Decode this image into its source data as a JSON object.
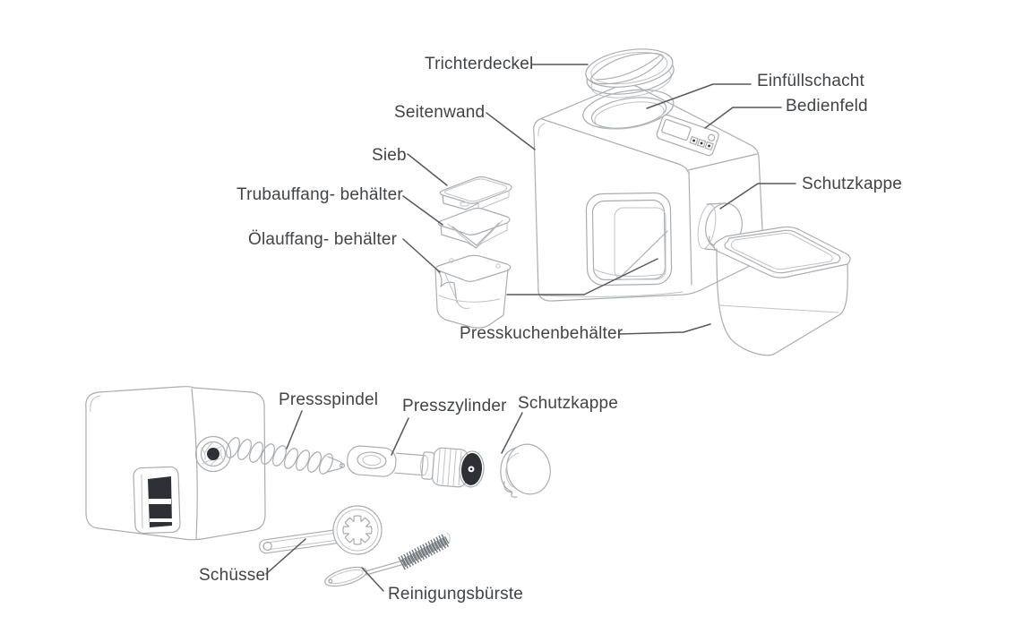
{
  "diagram": {
    "labels": {
      "trichterdeckel": "Trichterdeckel",
      "einfuellschacht": "Einfüllschacht",
      "seitenwand": "Seitenwand",
      "bedienfeld": "Bedienfeld",
      "sieb": "Sieb",
      "trubauffangbehaelter": "Trubauffang- behälter",
      "schutzkappe_oben": "Schutzkappe",
      "oelauffangbehaelter": "Ölauffang- behälter",
      "presskuchenbehaelter": "Presskuchenbehälter",
      "pressspindel": "Pressspindel",
      "presszylinder": "Presszylinder",
      "schutzkappe_unten": "Schutzkappe",
      "schuessel": "Schüssel",
      "reinigungsbuerste": "Reinigungsbürste"
    },
    "colors": {
      "background": "#ffffff",
      "label_text": "#3f4448",
      "leader_line": "#55595d",
      "artwork_line": "#a8adb2",
      "dark_fill": "#2d3135"
    }
  }
}
